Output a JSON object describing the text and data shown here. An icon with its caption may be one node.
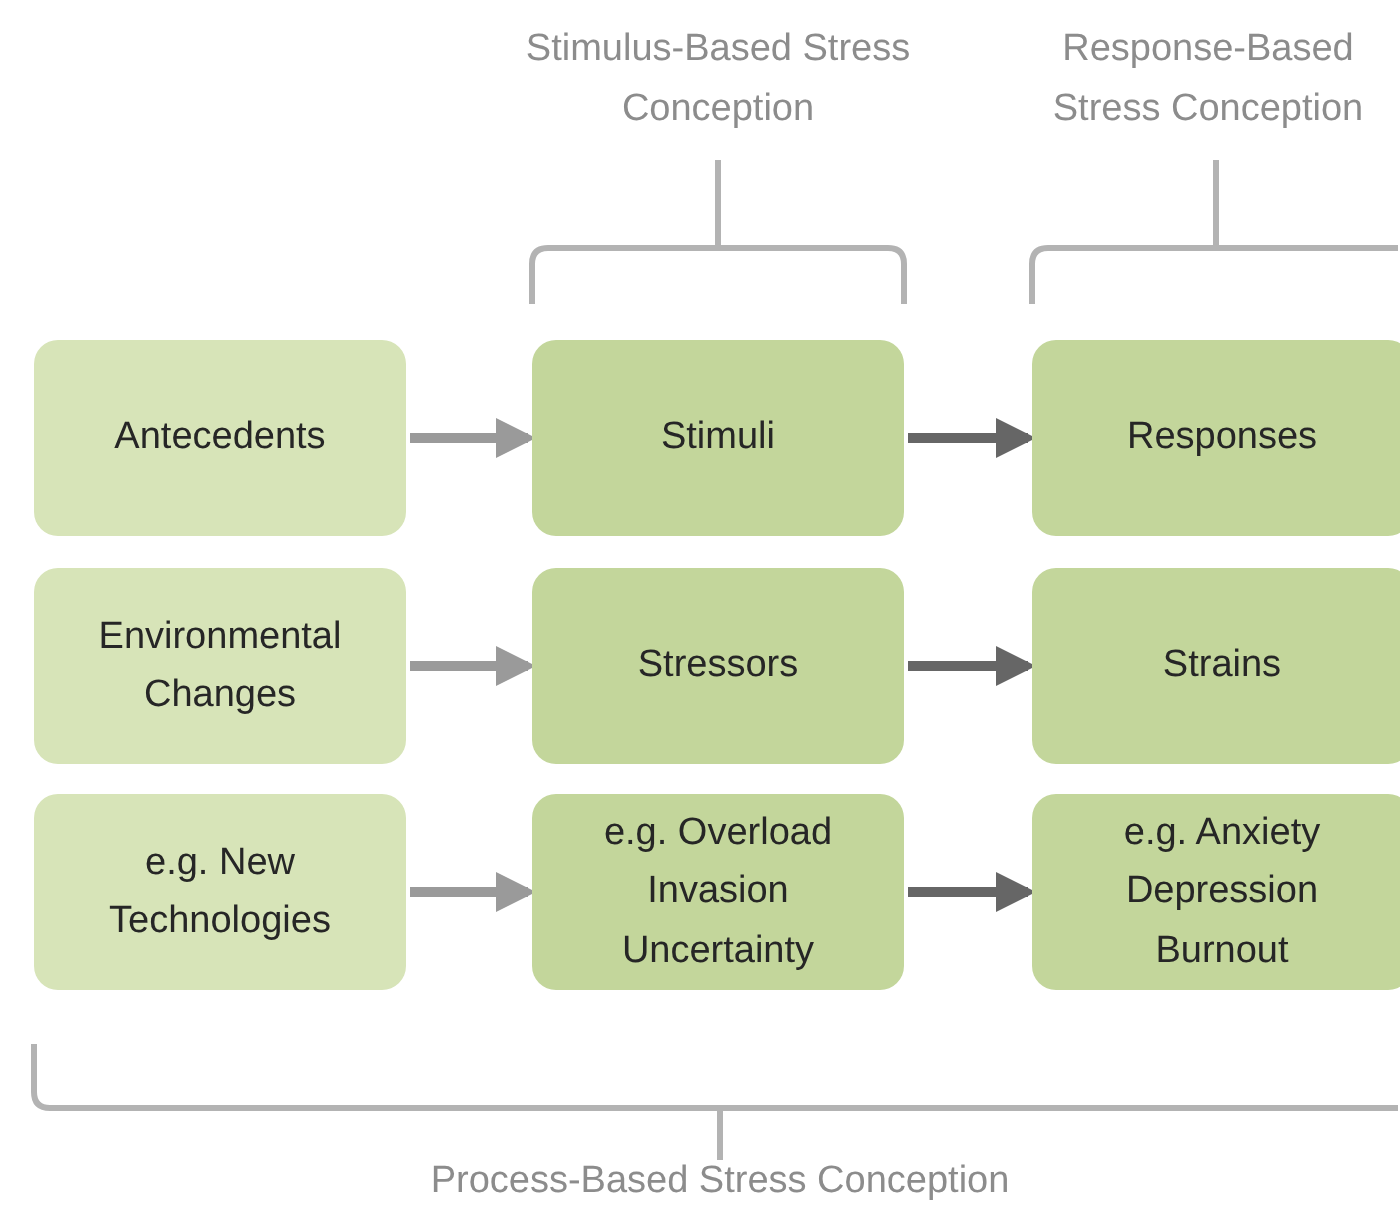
{
  "diagram": {
    "nodes": [
      {
        "text": [
          "Antecedents"
        ]
      },
      {
        "text": [
          "Stimuli"
        ]
      },
      {
        "text": [
          "Responses"
        ]
      },
      {
        "text": [
          "Environmental Changes"
        ]
      },
      {
        "text": [
          "Stressors"
        ]
      },
      {
        "text": [
          "Strains"
        ]
      },
      {
        "text": [
          "e.g. New Technologies"
        ]
      },
      {
        "text": [
          "e.g. Overload Invasion Uncertainty"
        ]
      },
      {
        "text": [
          "e.g. Anxiety Depression Burnout"
        ]
      }
    ],
    "edges": [
      {
        "from": 0,
        "to": 1,
        "arrow": "to",
        "color": "#9a9a9a"
      },
      {
        "from": 1,
        "to": 2,
        "arrow": "to",
        "color": "#666666"
      },
      {
        "from": 3,
        "to": 4,
        "arrow": "to",
        "color": "#9a9a9a"
      },
      {
        "from": 4,
        "to": 5,
        "arrow": "to",
        "color": "#666666"
      },
      {
        "from": 6,
        "to": 7,
        "arrow": "to",
        "color": "#9a9a9a"
      },
      {
        "from": 7,
        "to": 8,
        "arrow": "to",
        "color": "#666666"
      }
    ],
    "labels": [
      "Stimulus-Based Stress Conception",
      "Response-Based Stress Conception",
      "Process-Based Stress Conception"
    ]
  }
}
